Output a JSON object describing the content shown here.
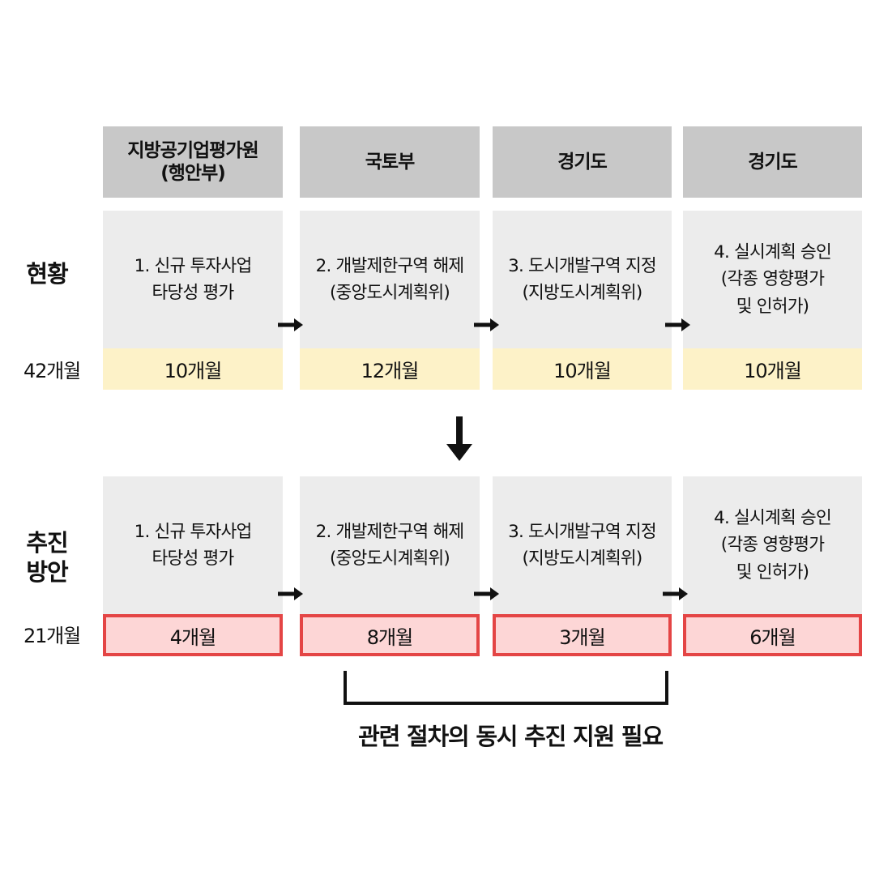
{
  "headers": [
    "지방공기업평가원\n(행안부)",
    "국토부",
    "경기도",
    "경기도"
  ],
  "current": {
    "label": "현황",
    "total": "42개월",
    "steps": [
      "1. 신규 투자사업\n타당성 평가",
      "2. 개발제한구역 해제\n(중앙도시계획위)",
      "3. 도시개발구역 지정\n(지방도시계획위)",
      "4. 실시계획 승인\n(각종 영향평가\n및 인허가)"
    ],
    "durations": [
      "10개월",
      "12개월",
      "10개월",
      "10개월"
    ]
  },
  "proposed": {
    "label": "추진\n방안",
    "total": "21개월",
    "steps": [
      "1. 신규 투자사업\n타당성 평가",
      "2. 개발제한구역 해제\n(중앙도시계획위)",
      "3. 도시개발구역 지정\n(지방도시계획위)",
      "4. 실시계획 승인\n(각종 영향평가\n및 인허가)"
    ],
    "durations": [
      "4개월",
      "8개월",
      "3개월",
      "6개월"
    ]
  },
  "bracket_caption": "관련 절차의 동시 추진 지원 필요",
  "colors": {
    "header_bg": "#c8c8c8",
    "step_bg": "#ececec",
    "current_duration_bg": "#fdf2c8",
    "proposed_duration_bg": "#fdd6d6",
    "proposed_duration_border": "#e44545",
    "arrow": "#111111"
  }
}
